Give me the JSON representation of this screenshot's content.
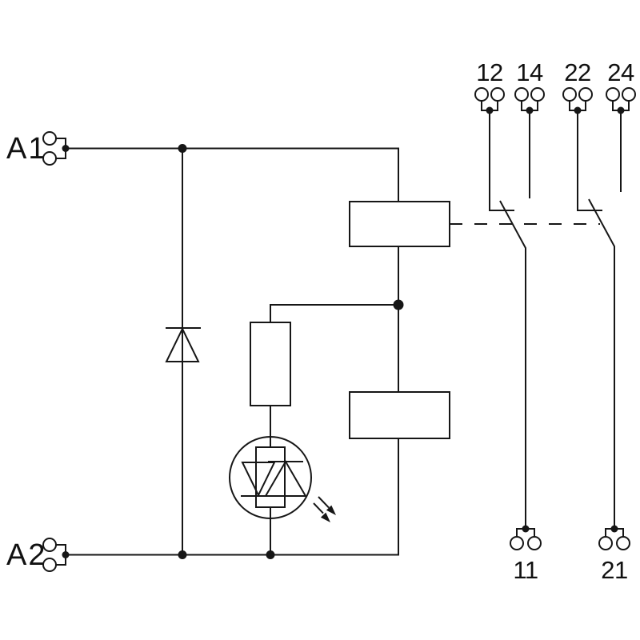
{
  "diagram": {
    "kind": "relay-module-wiring-schematic",
    "colors": {
      "line": "#161616",
      "background": "#ffffff"
    },
    "terminals": {
      "coil": [
        {
          "name": "A1"
        },
        {
          "name": "A2"
        }
      ],
      "contact_top": [
        {
          "name": "12"
        },
        {
          "name": "14"
        },
        {
          "name": "22"
        },
        {
          "name": "24"
        }
      ],
      "contact_common": [
        {
          "name": "11"
        },
        {
          "name": "21"
        }
      ]
    },
    "components": [
      "freewheeling-diode",
      "relay-coil-upper-block",
      "relay-coil-lower-block",
      "series-resistor",
      "led-status-indicator",
      "changeover-contact-1",
      "changeover-contact-2",
      "mechanical-link-dashed"
    ]
  }
}
